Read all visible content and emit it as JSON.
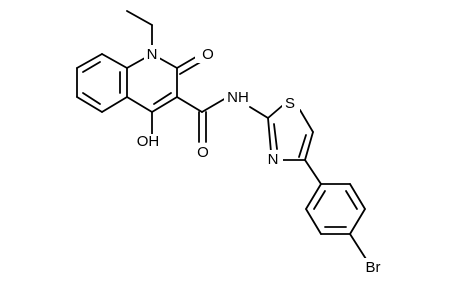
{
  "molecule": {
    "atom_labels": {
      "n_ring": "N",
      "o_carbonyl": "O",
      "hydroxyl": "OH",
      "o_amide": "O",
      "nh": "NH",
      "s": "S",
      "n_thiazole": "N",
      "br": "Br"
    }
  },
  "colors": {
    "bond": "#000000",
    "label": "#000000",
    "background": "#ffffff"
  }
}
